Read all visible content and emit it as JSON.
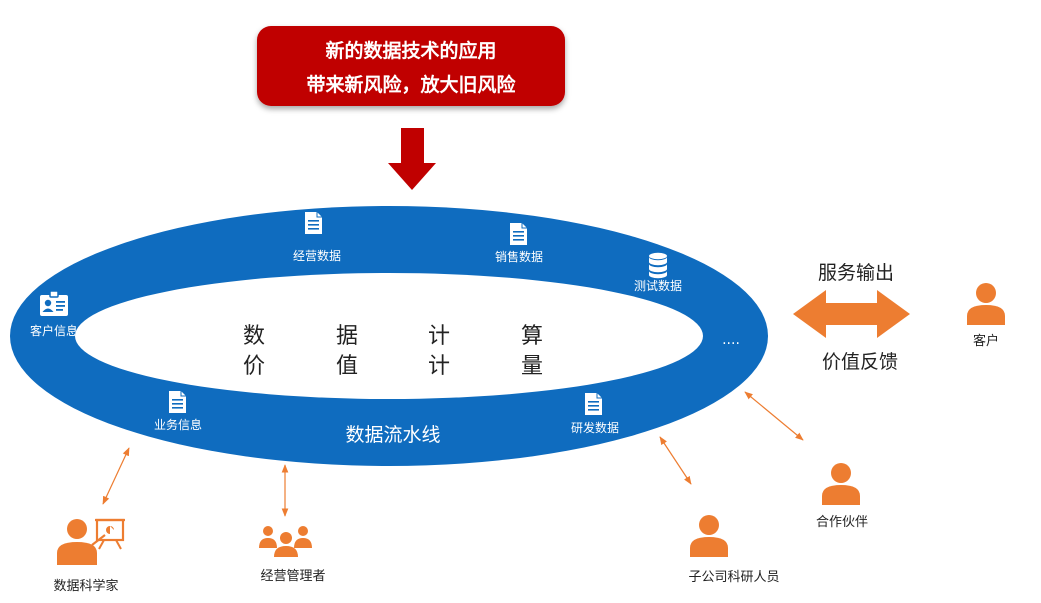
{
  "banner": {
    "line1": "新的数据技术的应用",
    "line2": "带来新风险，放大旧风险"
  },
  "ring": {
    "center_row1": [
      "数",
      "据",
      "计",
      "算"
    ],
    "center_row2": [
      "价",
      "值",
      "计",
      "量"
    ],
    "pipeline_label": "数据流水线",
    "ellipsis": "....",
    "nodes": {
      "customer_info": "客户信息",
      "operation_data": "经营数据",
      "sales_data": "销售数据",
      "test_data": "测试数据",
      "business_info": "业务信息",
      "rnd_data": "研发数据"
    }
  },
  "exchange": {
    "service_output": "服务输出",
    "value_feedback": "价值反馈"
  },
  "actors": {
    "customer": "客户",
    "partner": "合作伙伴",
    "subsidiary_researcher": "子公司科研人员",
    "manager": "经营管理者",
    "data_scientist": "数据科学家"
  },
  "colors": {
    "banner_red": "#c00000",
    "ring_blue": "#0f6cbf",
    "accent_orange": "#ed7d31",
    "icon_white": "#ffffff"
  },
  "icons": {
    "document": "document-icon",
    "database": "database-icon",
    "id_card": "id-card-icon",
    "person": "person-icon",
    "presenter": "presentation-board-icon",
    "group": "group-icon"
  }
}
